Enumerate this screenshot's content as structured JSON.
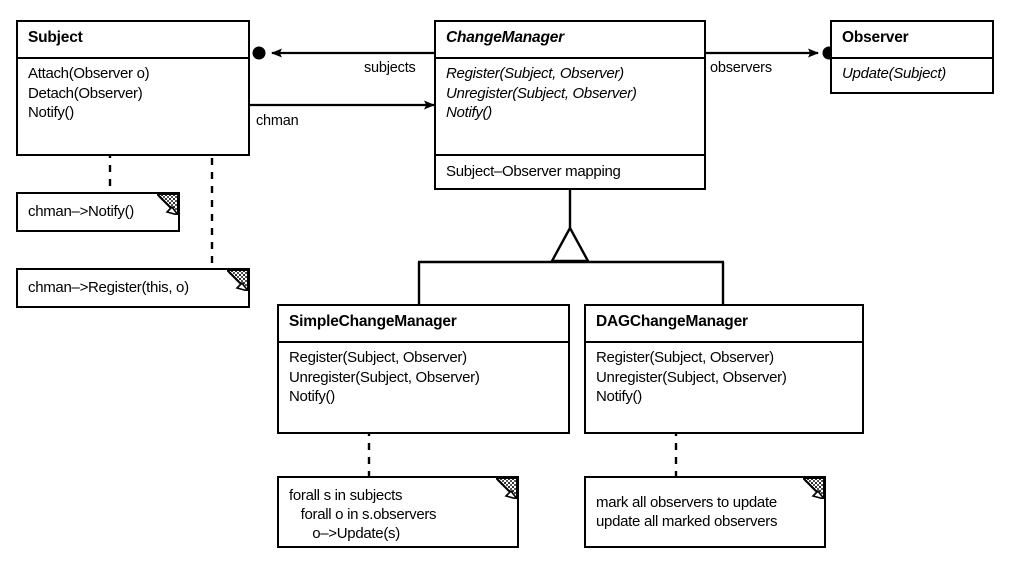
{
  "diagram": {
    "title": "Observer pattern ChangeManager class diagram",
    "kind": "uml-class-diagram",
    "stroke_color": "#000000",
    "background_color": "#ffffff"
  },
  "classes": {
    "subject": {
      "name": "Subject",
      "abstract": false,
      "operations": [
        "Attach(Observer o)",
        "Detach(Observer)",
        "Notify()"
      ]
    },
    "change_manager": {
      "name": "ChangeManager",
      "abstract": true,
      "operations": [
        "Register(Subject, Observer)",
        "Unregister(Subject, Observer)",
        "Notify()"
      ],
      "attributes": [
        "Subject–Observer mapping"
      ]
    },
    "observer": {
      "name": "Observer",
      "abstract": false,
      "operations": [
        "Update(Subject)"
      ]
    },
    "simple_change_manager": {
      "name": "SimpleChangeManager",
      "abstract": false,
      "operations": [
        "Register(Subject, Observer)",
        "Unregister(Subject, Observer)",
        "Notify()"
      ]
    },
    "dag_change_manager": {
      "name": "DAGChangeManager",
      "abstract": false,
      "operations": [
        "Register(Subject, Observer)",
        "Unregister(Subject, Observer)",
        "Notify()"
      ]
    }
  },
  "notes": {
    "subject_notify": {
      "text": "chman–>Notify()"
    },
    "subject_attach": {
      "text": "chman–>Register(this, o)"
    },
    "simple_notify": {
      "text": "forall s in subjects\n   forall o in s.observers\n      o–>Update(s)"
    },
    "dag_notify": {
      "text": "mark all observers to update\nupdate all marked observers"
    }
  },
  "edges": {
    "subjects": {
      "label": "subjects",
      "from": "ChangeManager",
      "to": "Subject",
      "type": "association"
    },
    "chman": {
      "label": "chman",
      "from": "Subject",
      "to": "ChangeManager",
      "type": "association"
    },
    "observers": {
      "label": "observers",
      "from": "ChangeManager",
      "to": "Observer",
      "type": "association"
    },
    "inheritance": {
      "label": "",
      "from": "SimpleChangeManager, DAGChangeManager",
      "to": "ChangeManager",
      "type": "generalization"
    }
  }
}
